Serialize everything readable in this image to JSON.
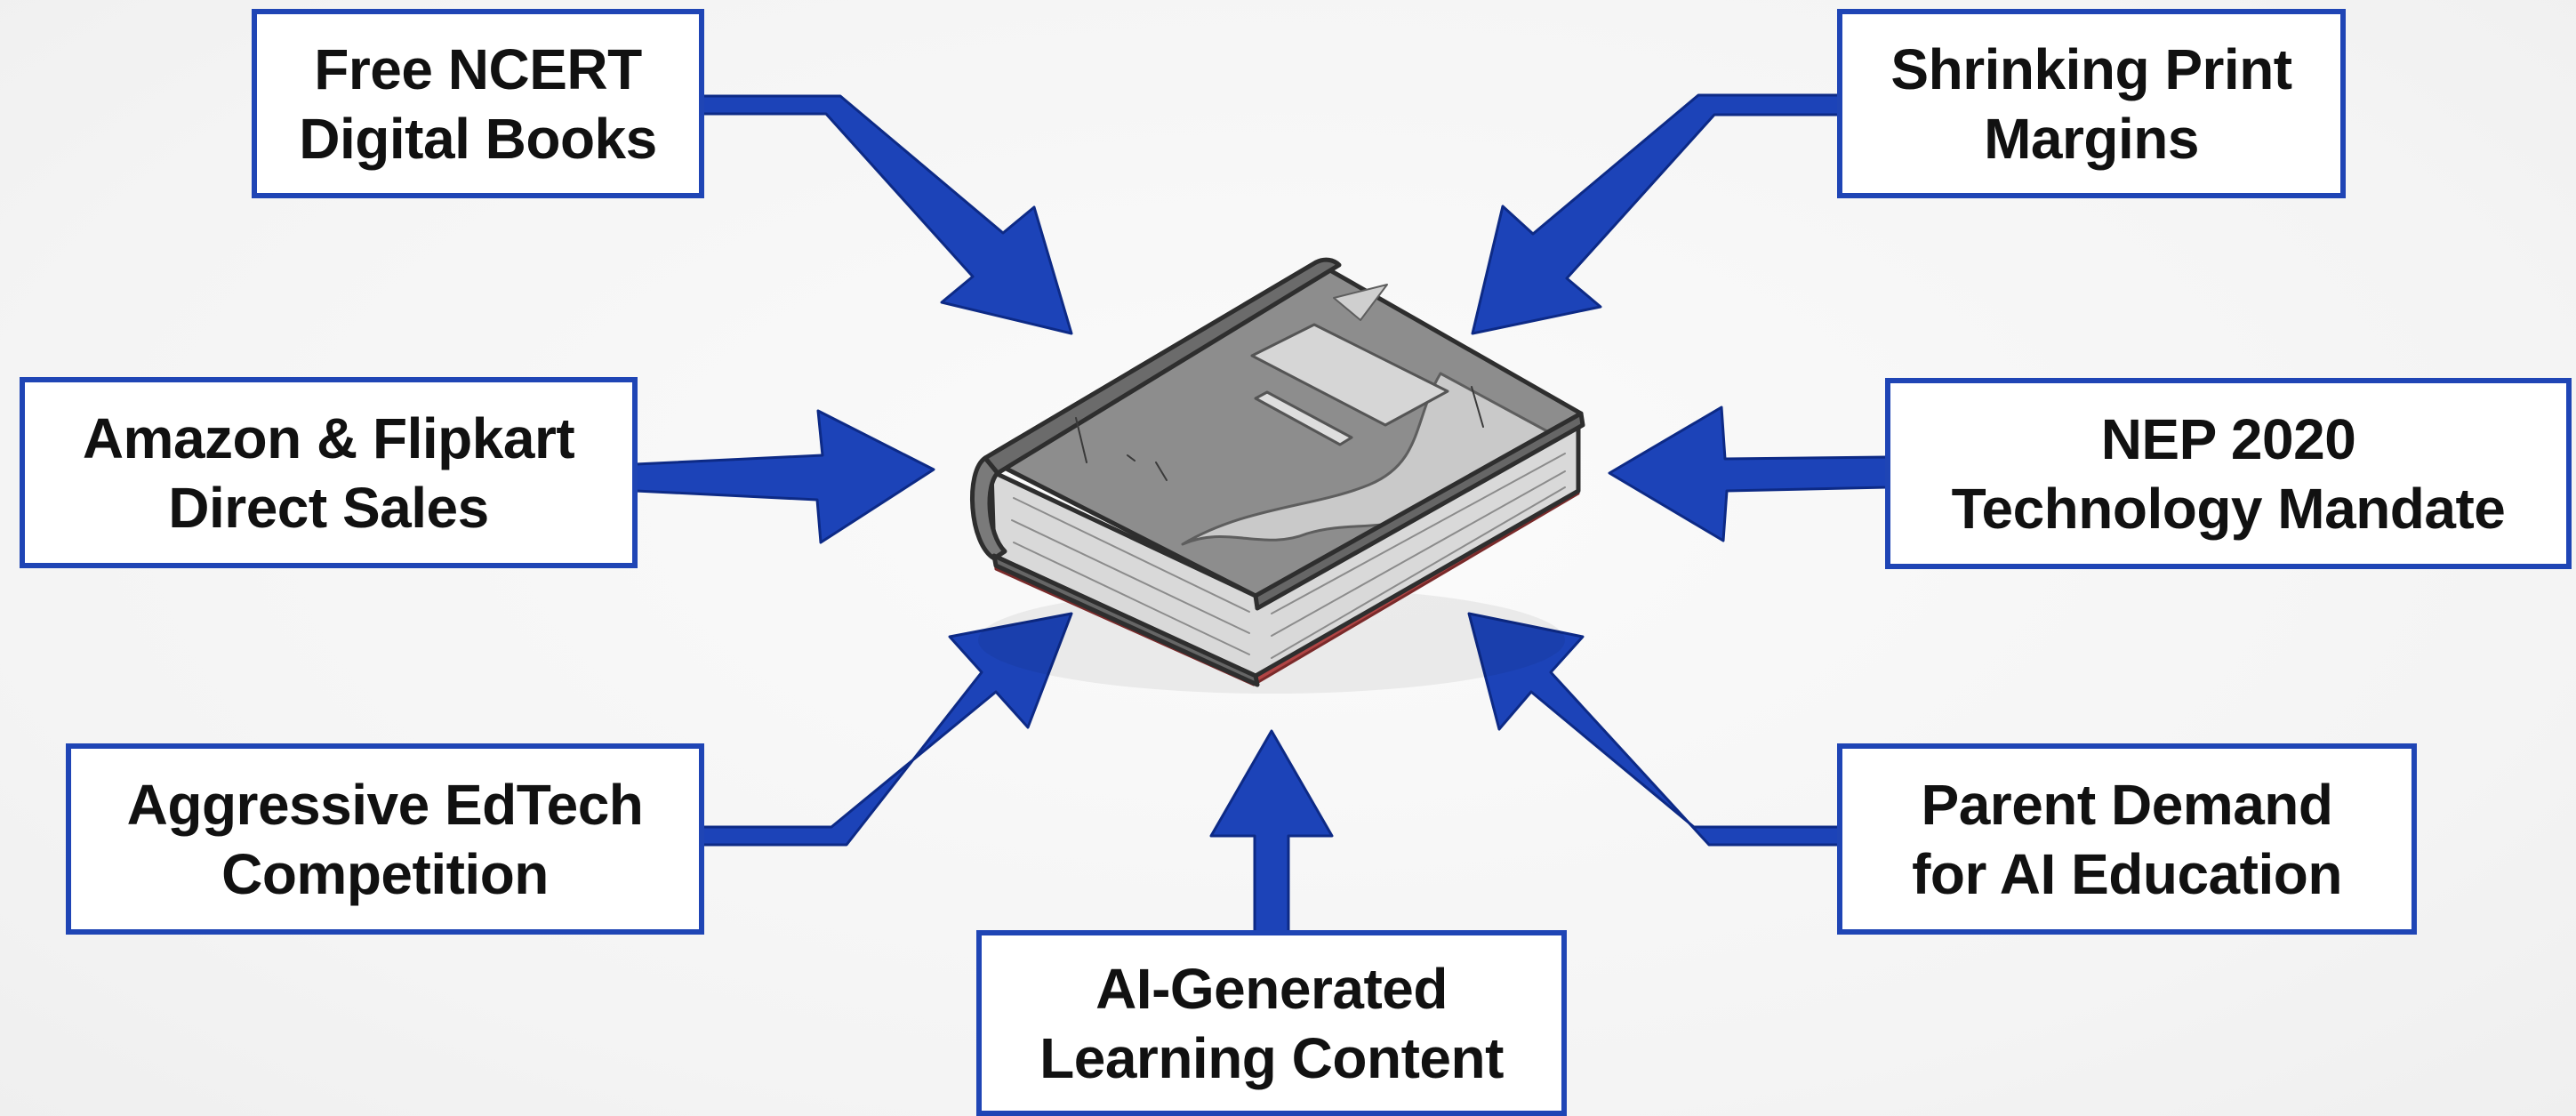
{
  "diagram": {
    "center_icon": "book-icon",
    "accent_color": "#1f45b5",
    "pressures": [
      {
        "id": "free-ncert",
        "line1": "Free NCERT",
        "line2": "Digital Books"
      },
      {
        "id": "amazon-flipkart",
        "line1": "Amazon & Flipkart",
        "line2": "Direct Sales"
      },
      {
        "id": "edtech",
        "line1": "Aggressive EdTech",
        "line2": "Competition"
      },
      {
        "id": "ai-content",
        "line1": "AI-Generated",
        "line2": "Learning Content"
      },
      {
        "id": "parent-demand",
        "line1": "Parent Demand",
        "line2": "for AI Education"
      },
      {
        "id": "nep-2020",
        "line1": "NEP 2020",
        "line2": "Technology Mandate"
      },
      {
        "id": "print-margins",
        "line1": "Shrinking Print",
        "line2": "Margins"
      }
    ]
  }
}
